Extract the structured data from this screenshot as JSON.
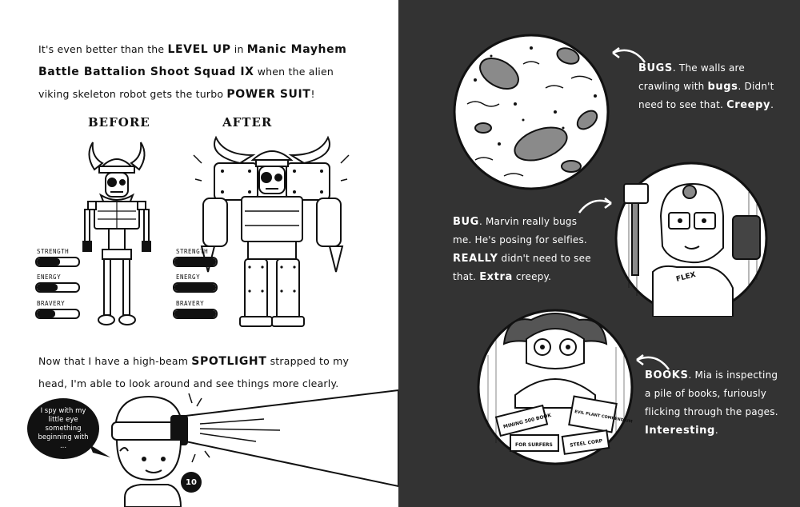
{
  "left_page": {
    "intro": {
      "t1": "It's even better than the ",
      "b1": "LEVEL UP",
      "t2": " in ",
      "b2": "Manic Mayhem Battle Battalion Shoot Squad IX",
      "t3": " when the alien viking skeleton robot gets the turbo ",
      "b3": "POWER SUIT",
      "t4": "!"
    },
    "before_heading": "BEFORE",
    "after_heading": "AFTER",
    "stats_before": [
      {
        "label": "STRENGTH",
        "level": 0.55
      },
      {
        "label": "ENERGY",
        "level": 0.5
      },
      {
        "label": "BRAVERY",
        "level": 0.45
      }
    ],
    "stats_after": [
      {
        "label": "STRENGTH",
        "level": 1.0
      },
      {
        "label": "ENERGY",
        "level": 1.0
      },
      {
        "label": "BRAVERY",
        "level": 1.0
      }
    ],
    "spotlight": {
      "t1": "Now that I have a high-beam ",
      "b1": "SPOTLIGHT",
      "t2": " strapped to my head, I'm able to look around and see things more clearly."
    },
    "speech_bubble": "I spy with my little eye something beginning with ...",
    "page_number": "10"
  },
  "right_page": {
    "bugs": {
      "b1": "BUGS",
      "t1": ". The walls are crawling with ",
      "b2": "bugs",
      "t2": ". Didn't need to see that. ",
      "b3": "Creepy",
      "t3": "."
    },
    "bug": {
      "b1": "BUG",
      "t1": ". Marvin really bugs me. He's posing for selfies. ",
      "b2": "REALLY",
      "t2": " didn't need to see that. ",
      "b3": "Extra",
      "t3": " creepy."
    },
    "books": {
      "b1": "BOOKS",
      "t1": ". Mia is inspecting a pile of books, furiously flicking through the pages. ",
      "b2": "Interesting",
      "t2": "."
    },
    "illustration_text": {
      "flex": "FLEX",
      "book1": "MINING 500 BOOK",
      "book2": "EVIL PLANT COMPENDIUM",
      "book3": "FOR SURFERS",
      "book4": "STEEL CORP"
    }
  }
}
